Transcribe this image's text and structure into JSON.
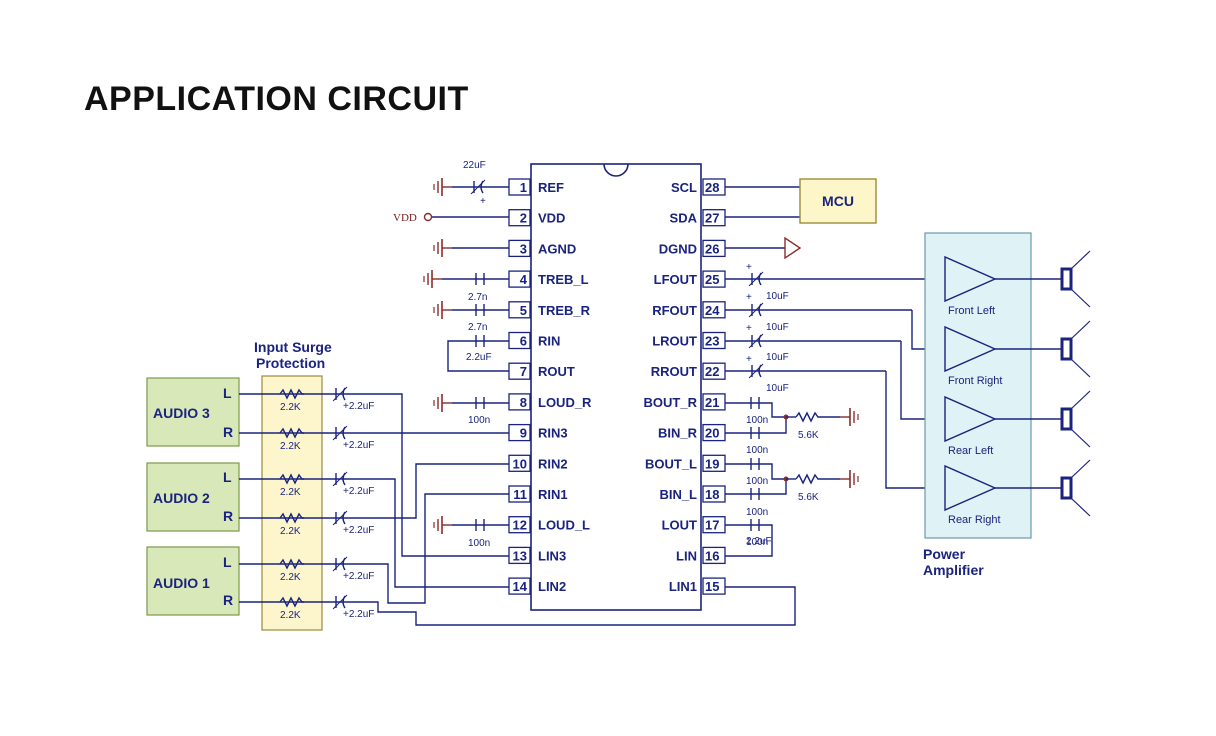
{
  "title": "APPLICATION CIRCUIT",
  "ic_pins_left": [
    {
      "num": "1",
      "name": "REF"
    },
    {
      "num": "2",
      "name": "VDD"
    },
    {
      "num": "3",
      "name": "AGND"
    },
    {
      "num": "4",
      "name": "TREB_L"
    },
    {
      "num": "5",
      "name": "TREB_R"
    },
    {
      "num": "6",
      "name": "RIN"
    },
    {
      "num": "7",
      "name": "ROUT"
    },
    {
      "num": "8",
      "name": "LOUD_R"
    },
    {
      "num": "9",
      "name": "RIN3"
    },
    {
      "num": "10",
      "name": "RIN2"
    },
    {
      "num": "11",
      "name": "RIN1"
    },
    {
      "num": "12",
      "name": "LOUD_L"
    },
    {
      "num": "13",
      "name": "LIN3"
    },
    {
      "num": "14",
      "name": "LIN2"
    }
  ],
  "ic_pins_right": [
    {
      "num": "28",
      "name": "SCL"
    },
    {
      "num": "27",
      "name": "SDA"
    },
    {
      "num": "26",
      "name": "DGND"
    },
    {
      "num": "25",
      "name": "LFOUT"
    },
    {
      "num": "24",
      "name": "RFOUT"
    },
    {
      "num": "23",
      "name": "LROUT"
    },
    {
      "num": "22",
      "name": "RROUT"
    },
    {
      "num": "21",
      "name": "BOUT_R"
    },
    {
      "num": "20",
      "name": "BIN_R"
    },
    {
      "num": "19",
      "name": "BOUT_L"
    },
    {
      "num": "18",
      "name": "BIN_L"
    },
    {
      "num": "17",
      "name": "LOUT"
    },
    {
      "num": "16",
      "name": "LIN"
    },
    {
      "num": "15",
      "name": "LIN1"
    }
  ],
  "mcu_label": "MCU",
  "vdd_label": "VDD",
  "surge_label_line1": "Input Surge",
  "surge_label_line2": "Protection",
  "power_amp_line1": "Power",
  "power_amp_line2": "Amplifier",
  "audio_sources": [
    {
      "name": "AUDIO 3",
      "l": "L",
      "r": "R"
    },
    {
      "name": "AUDIO 2",
      "l": "L",
      "r": "R"
    },
    {
      "name": "AUDIO 1",
      "l": "L",
      "r": "R"
    }
  ],
  "input_resistor": "2.2K",
  "input_cap": "2.2uF",
  "amplifiers": [
    "Front Left",
    "Front Right",
    "Rear Left",
    "Rear Right"
  ],
  "components": {
    "ref_cap": "22uF",
    "treb_cap": "2.7n",
    "rin_cap": "2.2uF",
    "loud_cap": "100n",
    "out_cap": "10uF",
    "bass_cap": "100n",
    "bass_res": "5.6K",
    "lout_cap": "100n",
    "lin_cap": "2.2uF"
  },
  "colors": {
    "wire": "#1a237e",
    "ground": "#8b2b2b",
    "mcu_fill": "#fdf6c8",
    "audio_fill": "#d8e8b8",
    "surge_fill": "#fdf6cc",
    "amp_fill": "#dff2f6"
  }
}
